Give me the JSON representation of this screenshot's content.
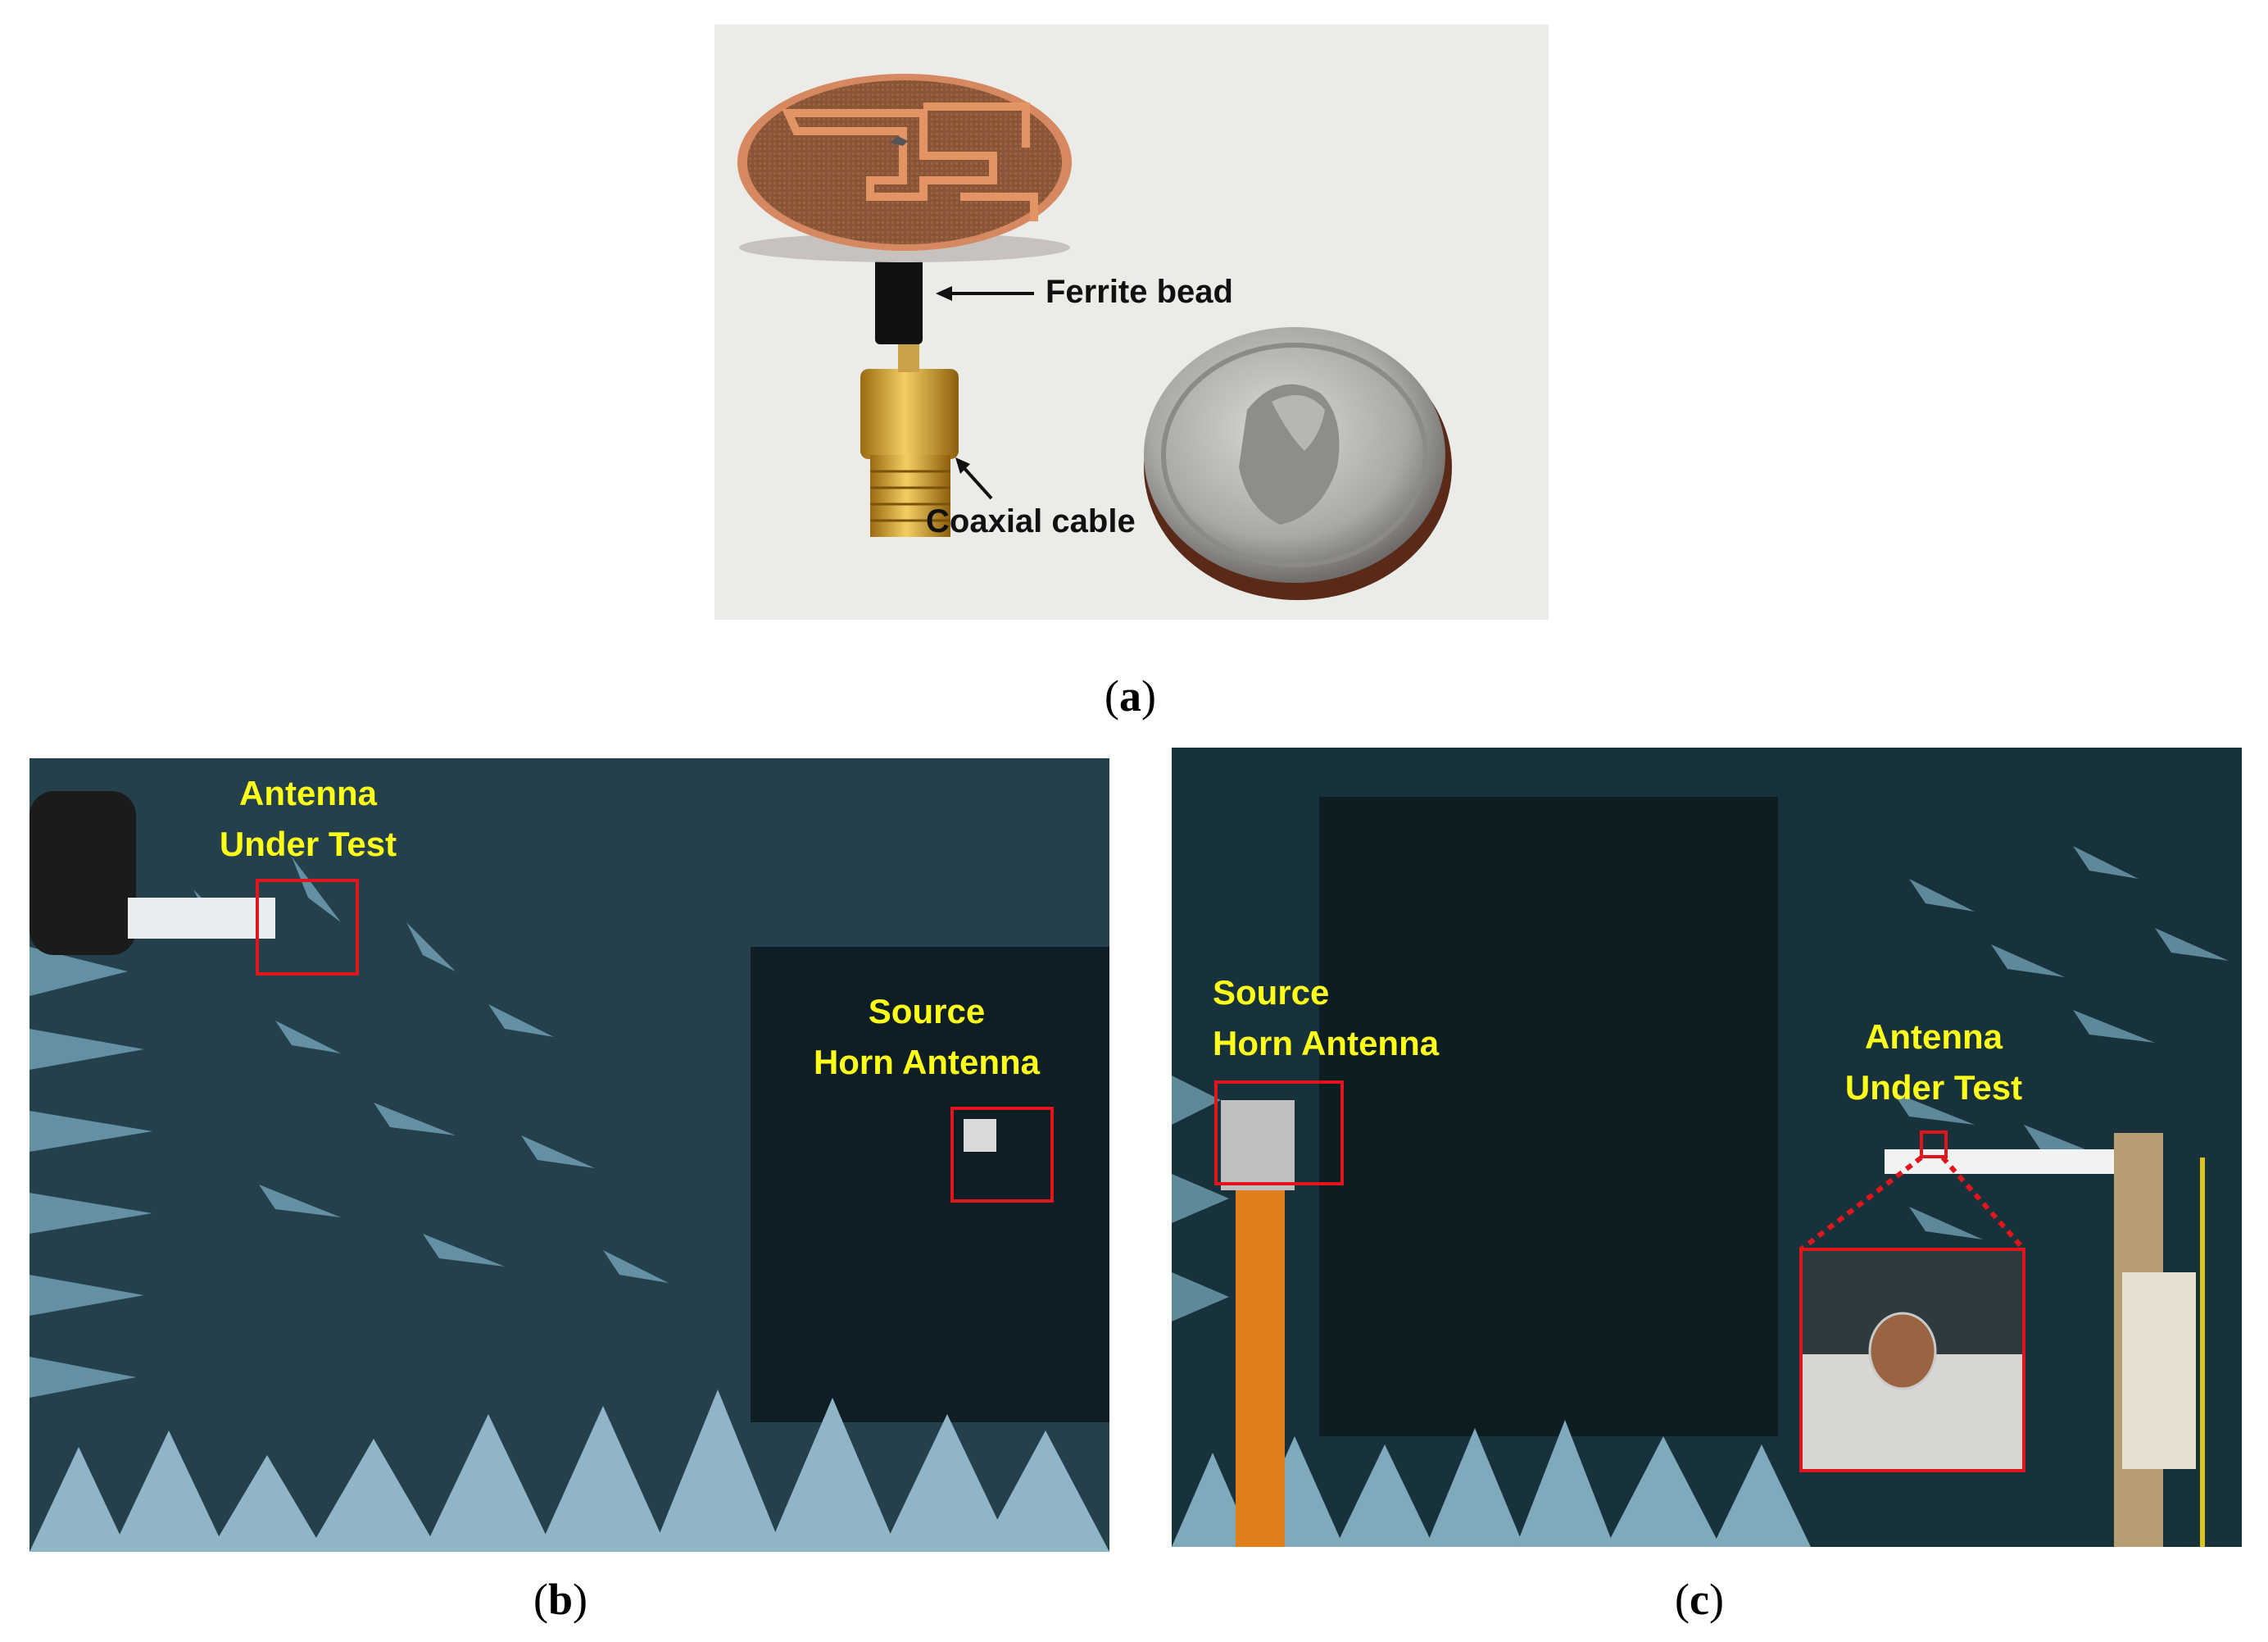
{
  "panel_a": {
    "labels": {
      "ferrite_bead": "Ferrite bead",
      "coaxial_cable": "Coaxial cable"
    },
    "caption": {
      "open": "(",
      "letter": "a",
      "close": ")"
    }
  },
  "panel_b": {
    "labels": {
      "aut_line1": "Antenna",
      "aut_line2": "Under Test",
      "source_line1": "Source",
      "source_line2": "Horn Antenna"
    },
    "caption": {
      "open": "(",
      "letter": "b",
      "close": ")"
    }
  },
  "panel_c": {
    "labels": {
      "source_line1": "Source",
      "source_line2": "Horn Antenna",
      "aut_line1": "Antenna",
      "aut_line2": "Under Test"
    },
    "caption": {
      "open": "(",
      "letter": "c",
      "close": ")"
    }
  },
  "colors": {
    "annotation_yellow": "#ffff1a",
    "highlight_red": "#e0161c",
    "absorber_blue": "#5f8ea0"
  }
}
